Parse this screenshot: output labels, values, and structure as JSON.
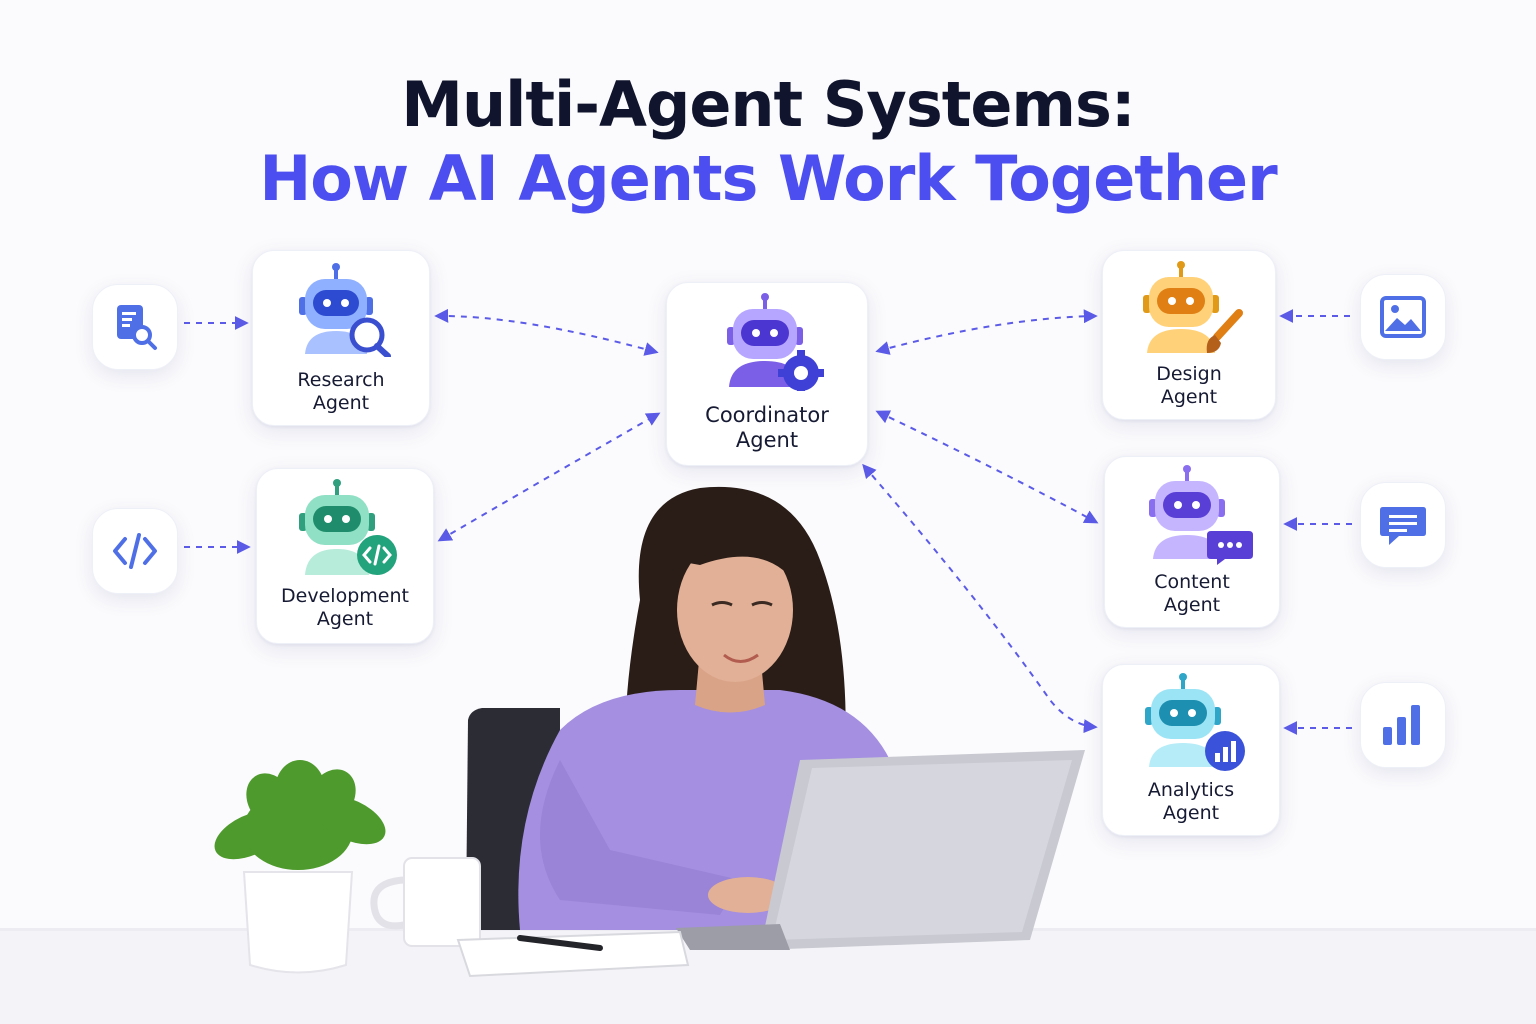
{
  "title": {
    "line1": "Multi-Agent Systems:",
    "line2": "How AI Agents Work Together"
  },
  "colors": {
    "title_dark": "#10142c",
    "title_accent": "#4d4ef0",
    "arrow": "#5b5be8"
  },
  "agents": {
    "research": {
      "line1": "Research",
      "line2": "Agent",
      "color": "#4f6fe6",
      "badge_icon": "magnifier-icon"
    },
    "development": {
      "line1": "Development",
      "line2": "Agent",
      "color": "#39bf96",
      "badge_icon": "code-icon"
    },
    "coordinator": {
      "line1": "Coordinator",
      "line2": "Agent",
      "color": "#8a72ee",
      "badge_icon": "gear-icon"
    },
    "design": {
      "line1": "Design",
      "line2": "Agent",
      "color": "#f2b338",
      "badge_icon": "paintbrush-icon"
    },
    "content": {
      "line1": "Content",
      "line2": "Agent",
      "color": "#9a7cf0",
      "badge_icon": "chat-bubble-icon"
    },
    "analytics": {
      "line1": "Analytics",
      "line2": "Agent",
      "color": "#4fc0dc",
      "badge_icon": "bar-chart-icon"
    }
  },
  "side_icons": [
    "document-search-icon",
    "code-brackets-icon",
    "image-icon",
    "message-icon",
    "bar-chart-icon"
  ]
}
